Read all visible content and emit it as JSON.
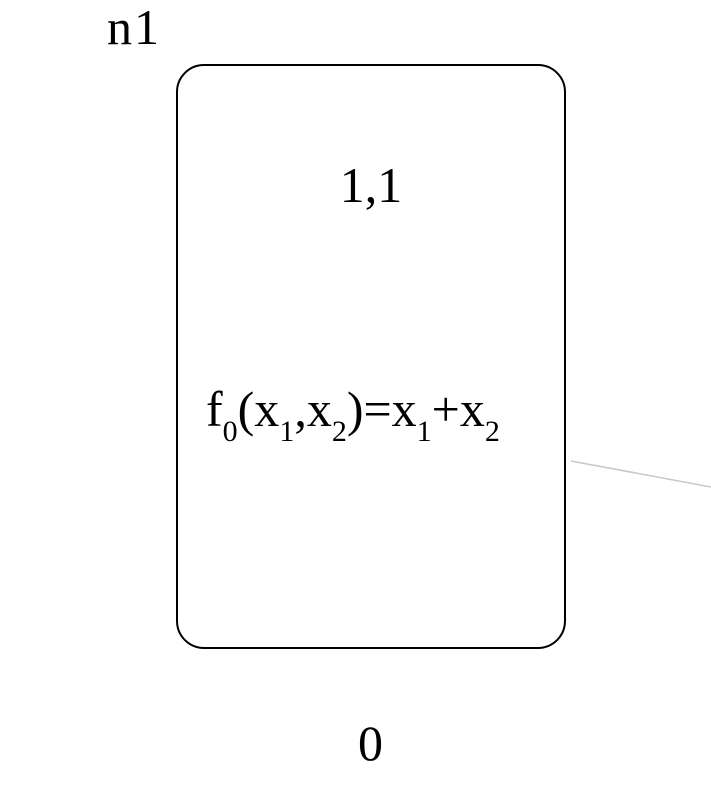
{
  "node": {
    "id_label": "n1",
    "coords_label": "1,1",
    "function": {
      "f": "f",
      "f_sub": "0",
      "open": "(x",
      "x1_sub": "1",
      "comma": ",x",
      "x2_sub": "2",
      "eq": ")=x",
      "rhs1_sub": "1",
      "plus": "+x",
      "rhs2_sub": "2"
    },
    "output_label": "0"
  },
  "colors": {
    "node_border": "#000000",
    "edge": "#c8c8c8",
    "background": "#ffffff"
  }
}
